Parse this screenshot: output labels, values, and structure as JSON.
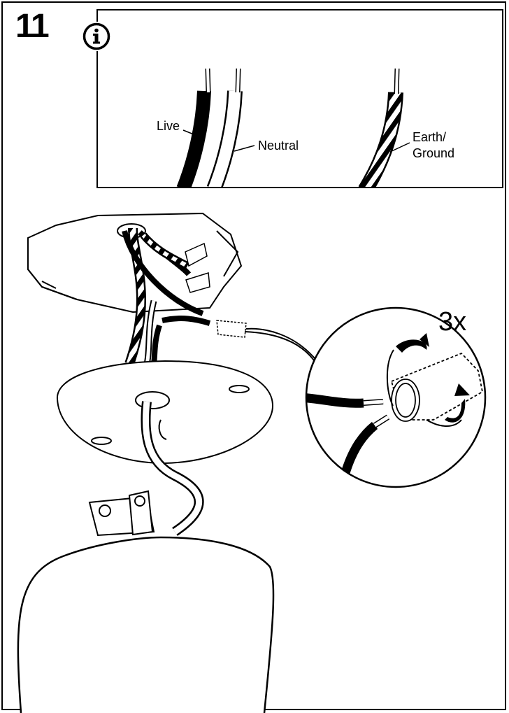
{
  "step": {
    "number": "11"
  },
  "info_panel": {
    "icon": "info-icon",
    "labels": {
      "live": "Live",
      "neutral": "Neutral",
      "earth_line1": "Earth/",
      "earth_line2": "Ground"
    }
  },
  "detail": {
    "quantity": "3x"
  }
}
